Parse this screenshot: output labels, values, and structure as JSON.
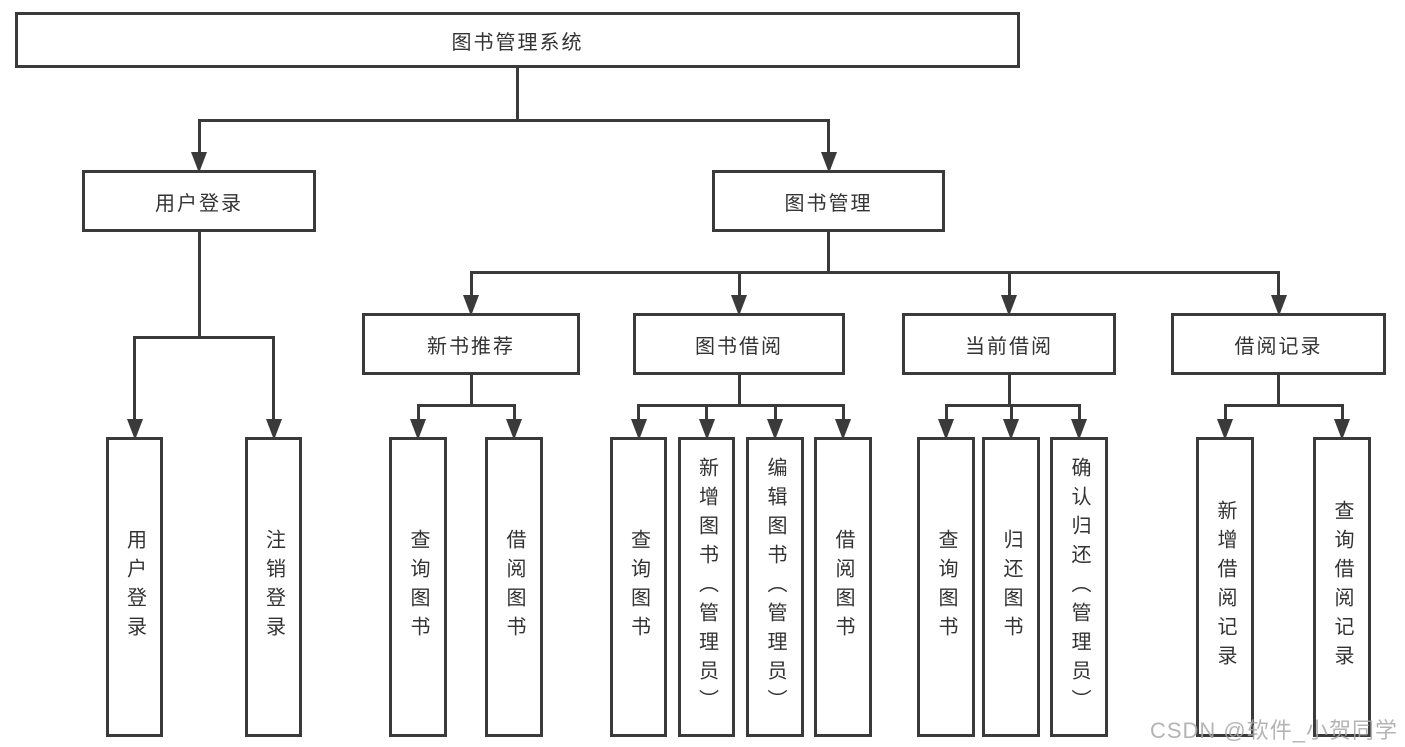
{
  "diagram": {
    "title": "图书管理系统",
    "watermark": "CSDN @软件_小贺同学",
    "colors": {
      "line": "#3a3a3a",
      "text": "#333333",
      "background": "#ffffff",
      "watermark": "#a8a8a8"
    },
    "nodes": [
      {
        "id": "root",
        "label": "图书管理系统",
        "parent": null
      },
      {
        "id": "user-login",
        "label": "用户登录",
        "parent": "root"
      },
      {
        "id": "book-mgmt",
        "label": "图书管理",
        "parent": "root"
      },
      {
        "id": "leaf-user-login",
        "label": "用户登录",
        "parent": "user-login"
      },
      {
        "id": "leaf-logout",
        "label": "注销登录",
        "parent": "user-login"
      },
      {
        "id": "new-book-rec",
        "label": "新书推荐",
        "parent": "book-mgmt"
      },
      {
        "id": "book-borrow",
        "label": "图书借阅",
        "parent": "book-mgmt"
      },
      {
        "id": "current-borrow",
        "label": "当前借阅",
        "parent": "book-mgmt"
      },
      {
        "id": "borrow-records",
        "label": "借阅记录",
        "parent": "book-mgmt"
      },
      {
        "id": "rec-query-book",
        "label": "查询图书",
        "parent": "new-book-rec"
      },
      {
        "id": "rec-borrow-book",
        "label": "借阅图书",
        "parent": "new-book-rec"
      },
      {
        "id": "bb-query-book",
        "label": "查询图书",
        "parent": "book-borrow"
      },
      {
        "id": "bb-add-book",
        "label": "新增图书（管理员）",
        "parent": "book-borrow"
      },
      {
        "id": "bb-edit-book",
        "label": "编辑图书（管理员）",
        "parent": "book-borrow"
      },
      {
        "id": "bb-borrow-book",
        "label": "借阅图书",
        "parent": "book-borrow"
      },
      {
        "id": "cb-query-book",
        "label": "查询图书",
        "parent": "current-borrow"
      },
      {
        "id": "cb-return-book",
        "label": "归还图书",
        "parent": "current-borrow"
      },
      {
        "id": "cb-confirm-return",
        "label": "确认归还（管理员）",
        "parent": "current-borrow"
      },
      {
        "id": "br-add-record",
        "label": "新增借阅记录",
        "parent": "borrow-records"
      },
      {
        "id": "br-query-record",
        "label": "查询借阅记录",
        "parent": "borrow-records"
      }
    ]
  }
}
